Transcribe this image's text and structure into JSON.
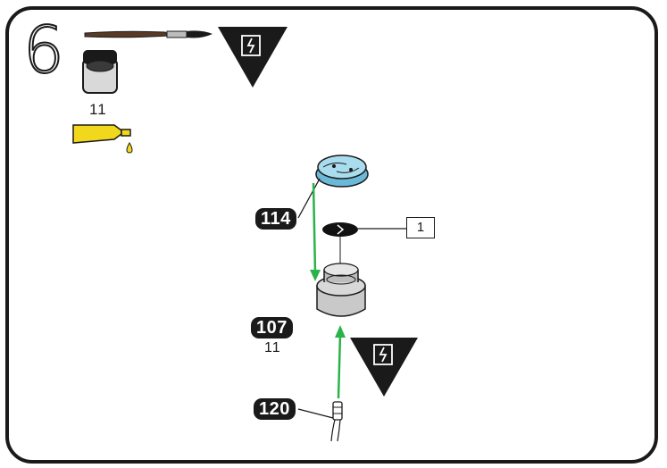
{
  "step": {
    "number": "6"
  },
  "paint": {
    "code": "11"
  },
  "icons": {
    "brush": "paintbrush-icon",
    "paint_pot": "paint-pot-icon",
    "glue": "glue-tube-icon",
    "warning": "adhesive-triangle-icon"
  },
  "parts": [
    {
      "number": "114",
      "sub": ""
    },
    {
      "number": "107",
      "sub": "11"
    },
    {
      "number": "120",
      "sub": ""
    }
  ],
  "callout": {
    "label": "1"
  },
  "colors": {
    "outline": "#1a1a1a",
    "arrow": "#2bb34a",
    "glue": "#f2d81c",
    "part_blue": "#7cc6e0",
    "part_grey": "#c9c9c9"
  }
}
